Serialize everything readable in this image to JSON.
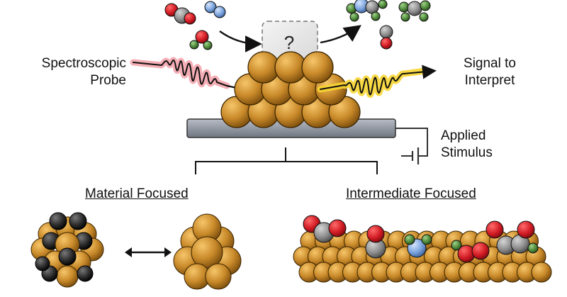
{
  "labels": {
    "probe_line1": "Spectroscopic",
    "probe_line2": "Probe",
    "signal_line1": "Signal to",
    "signal_line2": "Interpret",
    "stimulus_line1": "Applied",
    "stimulus_line2": "Stimulus",
    "unknown_mark": "?",
    "left_heading": "Material Focused",
    "right_heading": "Intermediate Focused"
  },
  "colors": {
    "gold": "#c98a2a",
    "gold_dark": "#7a4c0c",
    "probe_glow": "#f3a0a8",
    "signal_glow": "#f7d531",
    "oxygen": "#d21b24",
    "carbon": "#8c8c8c",
    "nitrogen_blue": "#7aa3dc",
    "green_atom": "#4f8a3a",
    "black_atom": "#2a2a2a",
    "substrate": "#8e949f"
  },
  "icons": {
    "left_right_arrow": "double-headed-arrow-icon",
    "battery": "battery-symbol-icon"
  }
}
